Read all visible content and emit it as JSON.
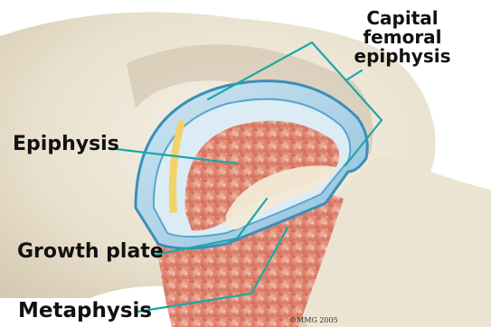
{
  "labels": {
    "capital_line1": "Capital",
    "capital_line2": "femoral",
    "capital_line3": "epiphysis",
    "epiphysis": "Epiphysis",
    "growth_plate": "Growth plate",
    "metaphysis": "Metaphysis"
  },
  "copyright": "©MMG 2005",
  "colors": {
    "leader_line": "#1aa8a8",
    "bone": "#e9e1cf",
    "cancellous_bone": "#d97a66",
    "cartilage": "#a7cfe4",
    "growth_plate": "#f1ead6"
  }
}
